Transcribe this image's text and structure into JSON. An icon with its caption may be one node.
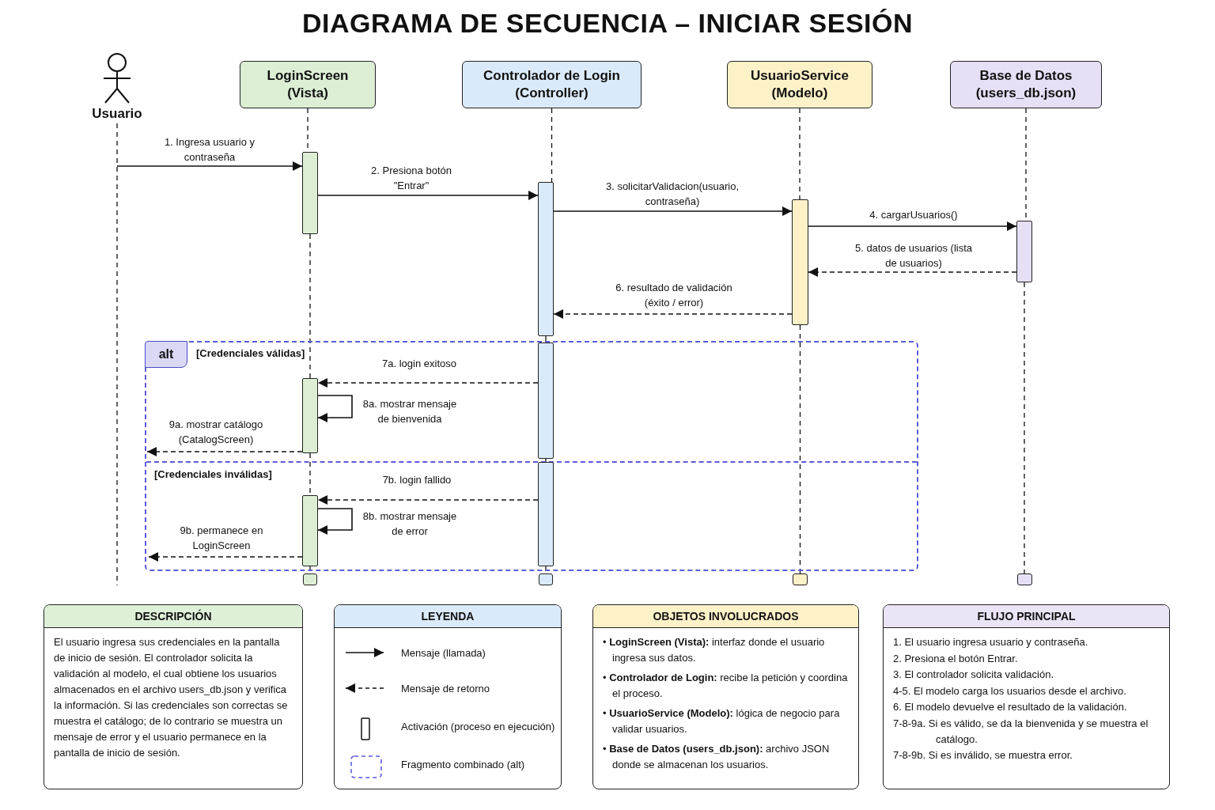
{
  "diagram": {
    "title": "DIAGRAMA DE SECUENCIA – INICIAR SESIÓN",
    "nodes": [
      {
        "text": [
          "Usuario"
        ]
      },
      {
        "text": [
          "LoginScreen (Vista)"
        ]
      },
      {
        "text": [
          "Controlador de Login (Controller)"
        ]
      },
      {
        "text": [
          "UsuarioService (Modelo)"
        ]
      },
      {
        "text": [
          "Base de Datos (users_db.json)"
        ]
      },
      {
        "text": [],
        "shape": "bar"
      },
      {
        "text": [],
        "shape": "bar"
      },
      {
        "text": [],
        "shape": "bar"
      },
      {
        "text": [],
        "shape": "bar"
      },
      {
        "text": [
          "alt",
          "[Credenciales válidas]",
          "[Credenciales inválidas]"
        ]
      },
      {
        "text": [],
        "shape": "bar",
        "in": 9
      },
      {
        "text": [],
        "shape": "bar",
        "in": 9
      },
      {
        "text": [],
        "shape": "bar",
        "in": 9
      },
      {
        "text": [],
        "shape": "bar",
        "in": 9
      },
      {
        "text": [],
        "shape": "box"
      },
      {
        "text": [],
        "shape": "box"
      },
      {
        "text": [],
        "shape": "box"
      },
      {
        "text": [],
        "shape": "box"
      },
      {
        "text": [
          "DESCRIPCIÓN",
          "El usuario ingresa sus credenciales en la pantalla de inicio de sesión. El controlador solicita la validación al modelo, el cual obtiene los usuarios almacenados en el archivo users_db.json y verifica la información. Si las credenciales son correctas se muestra el catálogo; de lo contrario se muestra un mensaje de error y el usuario permanece en la pantalla de inicio de sesión."
        ]
      },
      {
        "text": [
          "LEYENDA"
        ]
      },
      {
        "text": [
          "OBJETOS INVOLUCRADOS",
          "• **LoginScreen (Vista):** interfaz donde el usuario ingresa sus datos.",
          "• **Controlador de Login:** recibe la petición y coordina el proceso.",
          "• **UsuarioService (Modelo):** lógica de negocio para validar usuarios.",
          "• **Base de Datos (users_db.json):** archivo JSON donde se almacenan los usuarios."
        ]
      },
      {
        "text": [
          "FLUJO PRINCIPAL",
          "1. El usuario ingresa usuario y contraseña.",
          "2. Presiona el botón Entrar.",
          "3. El controlador solicita validación.",
          "4-5. El modelo carga los usuarios desde el archivo.",
          "6. El modelo devuelve el resultado de la validación.",
          "7-8-9a. Si es válido, se da la bienvenida y se muestra el catálogo.",
          "7-8-9b. Si es inválido, se muestra error."
        ]
      }
    ],
    "edges": [
      {
        "from": 0,
        "to": null,
        "arrow": "none",
        "style": "dashed"
      },
      {
        "from": 1,
        "to": 5,
        "arrow": "none",
        "style": "dashed"
      },
      {
        "from": 5,
        "to": 11,
        "arrow": "none",
        "style": "dashed"
      },
      {
        "from": 11,
        "to": 13,
        "arrow": "none",
        "style": "dashed"
      },
      {
        "from": 13,
        "to": 14,
        "arrow": "none",
        "style": "dashed"
      },
      {
        "from": 2,
        "to": 6,
        "arrow": "none",
        "style": "dashed"
      },
      {
        "from": 6,
        "to": 10,
        "arrow": "none",
        "style": "dashed"
      },
      {
        "from": 10,
        "to": 12,
        "arrow": "none",
        "style": "dashed"
      },
      {
        "from": 12,
        "to": 15,
        "arrow": "none",
        "style": "dashed"
      },
      {
        "from": 3,
        "to": 7,
        "arrow": "none",
        "style": "dashed"
      },
      {
        "from": 7,
        "to": 16,
        "arrow": "none",
        "style": "dashed"
      },
      {
        "from": 4,
        "to": 8,
        "arrow": "none",
        "style": "dashed"
      },
      {
        "from": 8,
        "to": 17,
        "arrow": "none",
        "style": "dashed"
      },
      {
        "from": 0,
        "to": 5,
        "label": "1. Ingresa usuario y contraseña",
        "arrow": "to"
      },
      {
        "from": 5,
        "to": 6,
        "label": "2. Presiona botón \"Entrar\"",
        "arrow": "to"
      },
      {
        "from": 6,
        "to": 7,
        "label": "3. solicitarValidacion(usuario, contraseña)",
        "arrow": "to"
      },
      {
        "from": 7,
        "to": 8,
        "label": "4. cargarUsuarios()",
        "arrow": "to"
      },
      {
        "from": 8,
        "to": 7,
        "label": "5. datos de usuarios (lista de usuarios)",
        "arrow": "to",
        "style": "dashed"
      },
      {
        "from": 7,
        "to": 6,
        "label": "6. resultado de validación (éxito / error)",
        "arrow": "to",
        "style": "dashed"
      },
      {
        "from": 10,
        "to": 11,
        "label": "7a. login exitoso",
        "arrow": "to",
        "style": "dashed"
      },
      {
        "from": 11,
        "to": 11,
        "label": "8a. mostrar mensaje de bienvenida",
        "arrow": "to"
      },
      {
        "from": 11,
        "to": null,
        "label": "9a. mostrar catálogo (CatalogScreen)",
        "arrow": "to",
        "style": "dashed"
      },
      {
        "from": 12,
        "to": 13,
        "label": "7b. login fallido",
        "arrow": "to",
        "style": "dashed"
      },
      {
        "from": 13,
        "to": 13,
        "label": "8b. mostrar mensaje de error",
        "arrow": "to"
      },
      {
        "from": 13,
        "to": null,
        "label": "9b. permanece en LoginScreen",
        "arrow": "to",
        "style": "dashed"
      }
    ],
    "legend": [
      {
        "text": "Mensaje (llamada)"
      },
      {
        "text": "Mensaje de retorno"
      },
      {
        "text": "Activación (proceso en ejecución)"
      },
      {
        "text": "Fragmento combinado (alt)"
      }
    ]
  }
}
